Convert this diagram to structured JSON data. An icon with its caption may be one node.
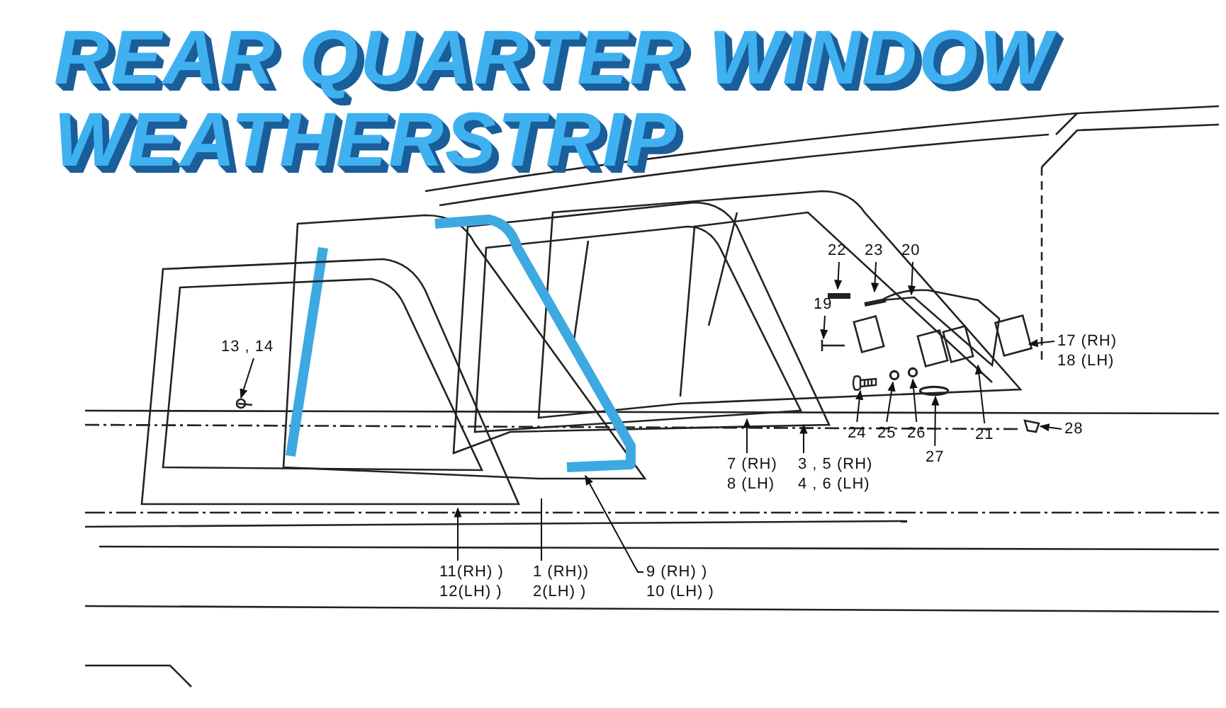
{
  "diagram": {
    "title": "REAR QUARTER WINDOW WEATHERSTRIP",
    "nodes": [
      {
        "text": [
          "13 , 14"
        ]
      },
      {
        "text": [
          "22"
        ]
      },
      {
        "text": [
          "23"
        ]
      },
      {
        "text": [
          "20"
        ]
      },
      {
        "text": [
          "19"
        ]
      },
      {
        "text": [
          "17 (RH) 18 (LH)"
        ]
      },
      {
        "text": [
          "24"
        ]
      },
      {
        "text": [
          "25"
        ]
      },
      {
        "text": [
          "26"
        ]
      },
      {
        "text": [
          "27"
        ]
      },
      {
        "text": [
          "21"
        ]
      },
      {
        "text": [
          "28"
        ]
      },
      {
        "text": [
          "7 (RH) 8 (LH)"
        ]
      },
      {
        "text": [
          "3 , 5 (RH) 4 , 6 (LH)"
        ]
      },
      {
        "text": [
          "11(RH) ) 12(LH) )"
        ]
      },
      {
        "text": [
          "1 (RH)) 2(LH) )"
        ]
      },
      {
        "text": [
          "9 (RH) ) 10 (LH) )"
        ]
      },
      {
        "text": [],
        "shape": "picture"
      },
      {
        "text": [],
        "shape": "circle"
      },
      {
        "text": [],
        "shape": "picture"
      },
      {
        "text": [],
        "shape": "picture"
      },
      {
        "text": [],
        "shape": "circle"
      },
      {
        "text": [],
        "shape": "circle"
      }
    ],
    "edges": [
      {
        "from": 0,
        "to": null,
        "arrow": "to"
      },
      {
        "from": 1,
        "to": null,
        "arrow": "to"
      },
      {
        "from": 2,
        "to": null,
        "arrow": "to"
      },
      {
        "from": 3,
        "to": null,
        "arrow": "to"
      },
      {
        "from": 4,
        "to": null,
        "arrow": "to"
      },
      {
        "from": 5,
        "to": null,
        "arrow": "to"
      },
      {
        "from": 6,
        "to": 20,
        "arrow": "to"
      },
      {
        "from": 7,
        "to": 21,
        "arrow": "to"
      },
      {
        "from": 8,
        "to": 22,
        "arrow": "to"
      },
      {
        "from": 9,
        "to": 18,
        "arrow": "to"
      },
      {
        "from": 10,
        "to": null,
        "arrow": "to"
      },
      {
        "from": 11,
        "to": 19,
        "arrow": "to"
      },
      {
        "from": 12,
        "to": null,
        "arrow": "to"
      },
      {
        "from": 13,
        "to": null,
        "arrow": "to"
      },
      {
        "from": 14,
        "to": null,
        "arrow": "to"
      },
      {
        "from": 15,
        "to": null,
        "arrow": "none"
      },
      {
        "from": 16,
        "to": 17,
        "arrow": "to"
      }
    ]
  }
}
